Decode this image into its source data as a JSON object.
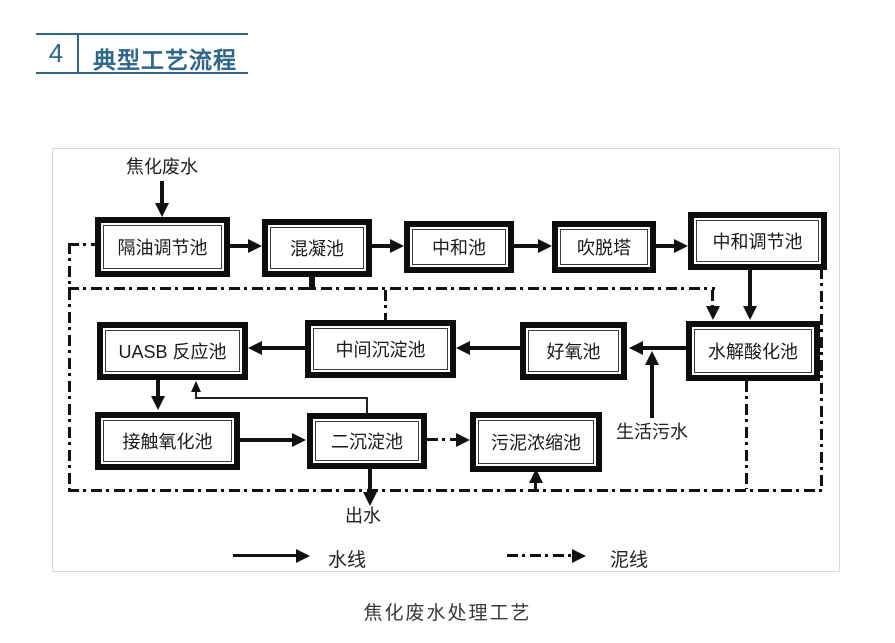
{
  "header": {
    "number": "4",
    "title": "典型工艺流程"
  },
  "diagram": {
    "source_label": "焦化废水",
    "nodes": [
      {
        "label": "隔油调节池"
      },
      {
        "label": "混凝池"
      },
      {
        "label": "中和池"
      },
      {
        "label": "吹脱塔"
      },
      {
        "label": "中和调节池"
      },
      {
        "label": "UASB 反应池"
      },
      {
        "label": "中间沉淀池"
      },
      {
        "label": "好氧池"
      },
      {
        "label": "水解酸化池"
      },
      {
        "label": "接触氧化池"
      },
      {
        "label": "二沉淀池"
      },
      {
        "label": "污泥浓缩池"
      }
    ],
    "annotations": {
      "domestic_sewage": "生活污水",
      "effluent": "出水"
    },
    "legend": {
      "water_line": "水线",
      "sludge_line": "泥线"
    },
    "flows": {
      "water": [
        "焦化废水→隔油调节池",
        "隔油调节池→混凝池",
        "混凝池→中和池",
        "中和池→吹脱塔",
        "吹脱塔→中和调节池",
        "中和调节池→水解酸化池",
        "水解酸化池→好氧池",
        "生活污水→好氧池",
        "好氧池→中间沉淀池",
        "中间沉淀池→UASB 反应池",
        "UASB 反应池→接触氧化池",
        "接触氧化池→二沉淀池",
        "二沉淀池→UASB 反应池",
        "二沉淀池→出水"
      ],
      "sludge": [
        "隔油调节池→污泥浓缩池",
        "混凝池→中间沉淀池",
        "混凝池→水解酸化池",
        "中和调节池→污泥浓缩池",
        "水解酸化池→污泥浓缩池",
        "二沉淀池→污泥浓缩池"
      ]
    },
    "caption": "焦化废水处理工艺"
  },
  "colors": {
    "accent": "#2f6689",
    "line": "#111111",
    "frame_border": "#dadada"
  }
}
